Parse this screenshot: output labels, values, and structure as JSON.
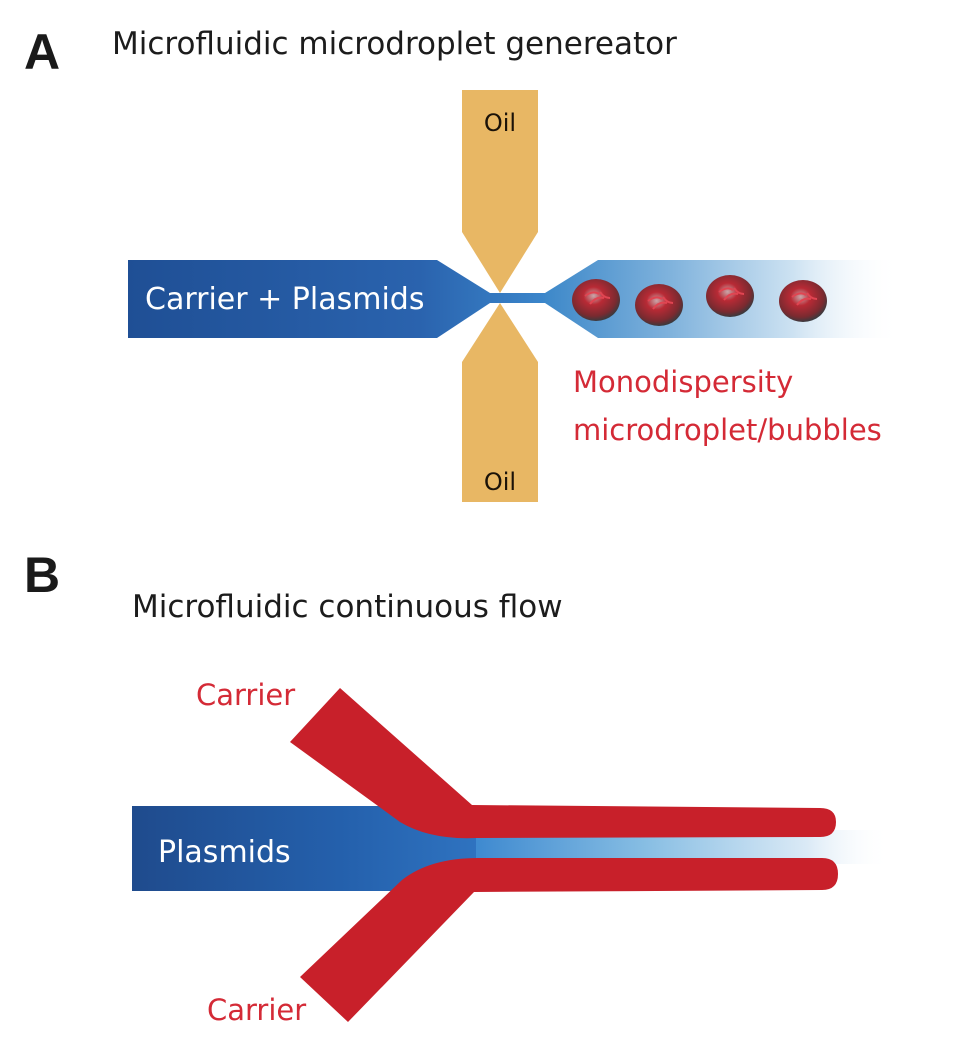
{
  "panel_a": {
    "letter": "A",
    "title": "Microfluidic microdroplet genereator",
    "main_channel_label": "Carrier + Plasmids",
    "oil_top_label": "Oil",
    "oil_bottom_label": "Oil",
    "output_label_line1": "Monodispersity",
    "output_label_line2": "microdroplet/bubbles",
    "droplet_count": 4
  },
  "panel_b": {
    "letter": "B",
    "title": "Microfluidic continuous flow",
    "main_channel_label": "Plasmids",
    "carrier_top_label": "Carrier",
    "carrier_bottom_label": "Carrier"
  },
  "colors": {
    "dark_blue": "#1f4f95",
    "mid_blue": "#2f74c0",
    "light_blue": "#8cbde0",
    "oil": "#e8b764",
    "carrier_red": "#c8202a",
    "label_red": "#d42a36",
    "droplet_red": "#b3232e",
    "droplet_grey": "#6e6e72"
  }
}
